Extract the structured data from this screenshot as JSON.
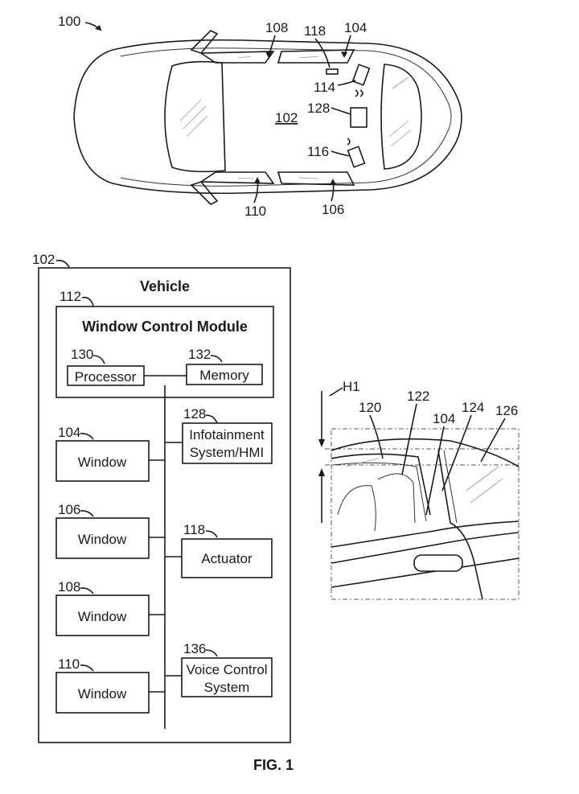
{
  "car_top_view": {
    "ref_car": "100",
    "ref_vehicle": "102",
    "ref_window_rl": "108",
    "ref_actuator": "118",
    "ref_window_rr": "104",
    "ref_mic_114": "114",
    "ref_hmi": "128",
    "ref_mic_116": "116",
    "ref_window_fl": "110",
    "ref_window_fr": "106"
  },
  "block_diagram": {
    "ref_vehicle": "102",
    "vehicle_title": "Vehicle",
    "ref_module": "112",
    "module_title": "Window Control Module",
    "ref_processor": "130",
    "processor_label": "Processor",
    "ref_memory": "132",
    "memory_label": "Memory",
    "ref_infotainment": "128",
    "infotainment_line1": "Infotainment",
    "infotainment_line2": "System/HMI",
    "ref_actuator": "118",
    "actuator_label": "Actuator",
    "ref_voice": "136",
    "voice_line1": "Voice Control",
    "voice_line2": "System",
    "windows": [
      {
        "ref": "104",
        "label": "Window"
      },
      {
        "ref": "106",
        "label": "Window"
      },
      {
        "ref": "108",
        "label": "Window"
      },
      {
        "ref": "110",
        "label": "Window"
      }
    ]
  },
  "side_view": {
    "ref_h1": "H1",
    "ref_120": "120",
    "ref_122": "122",
    "ref_104": "104",
    "ref_124": "124",
    "ref_126": "126"
  },
  "caption": "FIG. 1"
}
